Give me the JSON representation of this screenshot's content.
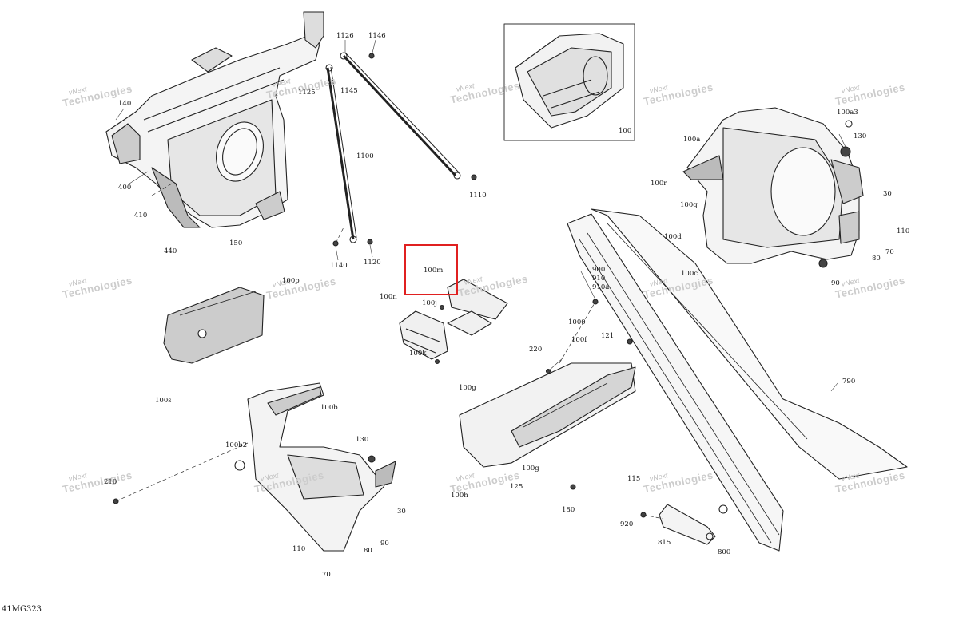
{
  "diagram_code": "41MG323",
  "watermark": {
    "line1": "vNext",
    "line2": "Technologies"
  },
  "highlight": {
    "label": "100m",
    "color": "#e02020"
  },
  "callouts": [
    {
      "id": "c1126",
      "text": "1126"
    },
    {
      "id": "c1146",
      "text": "1146"
    },
    {
      "id": "c140",
      "text": "140"
    },
    {
      "id": "c1125",
      "text": "1125"
    },
    {
      "id": "c1145",
      "text": "1145"
    },
    {
      "id": "c1100",
      "text": "1100"
    },
    {
      "id": "c400",
      "text": "400"
    },
    {
      "id": "c410",
      "text": "410"
    },
    {
      "id": "c1110",
      "text": "1110"
    },
    {
      "id": "c150",
      "text": "150"
    },
    {
      "id": "c440",
      "text": "440"
    },
    {
      "id": "c1140",
      "text": "1140"
    },
    {
      "id": "c1120",
      "text": "1120"
    },
    {
      "id": "c100",
      "text": "100"
    },
    {
      "id": "c100a3",
      "text": "100a3"
    },
    {
      "id": "c130r",
      "text": "130"
    },
    {
      "id": "c100a",
      "text": "100a"
    },
    {
      "id": "c100r",
      "text": "100r"
    },
    {
      "id": "c100q",
      "text": "100q"
    },
    {
      "id": "c30r",
      "text": "30"
    },
    {
      "id": "c110r",
      "text": "110"
    },
    {
      "id": "c100d",
      "text": "100d"
    },
    {
      "id": "c70r",
      "text": "70"
    },
    {
      "id": "c80r",
      "text": "80"
    },
    {
      "id": "c100c",
      "text": "100c"
    },
    {
      "id": "c90r",
      "text": "90"
    },
    {
      "id": "c100p",
      "text": "100p"
    },
    {
      "id": "c100m",
      "text": "100m"
    },
    {
      "id": "c100n",
      "text": "100n"
    },
    {
      "id": "c100j",
      "text": "100j"
    },
    {
      "id": "c100k",
      "text": "100k"
    },
    {
      "id": "c900",
      "text": "900"
    },
    {
      "id": "c910",
      "text": "910"
    },
    {
      "id": "c910a",
      "text": "910a"
    },
    {
      "id": "c1000",
      "text": "1000"
    },
    {
      "id": "c100s",
      "text": "100s"
    },
    {
      "id": "c121",
      "text": "121"
    },
    {
      "id": "c100f",
      "text": "100f"
    },
    {
      "id": "c220",
      "text": "220"
    },
    {
      "id": "c100g1",
      "text": "100g"
    },
    {
      "id": "c790",
      "text": "790"
    },
    {
      "id": "c100b",
      "text": "100b"
    },
    {
      "id": "c100b2",
      "text": "100b2"
    },
    {
      "id": "c130b",
      "text": "130"
    },
    {
      "id": "c210",
      "text": "210"
    },
    {
      "id": "c100g2",
      "text": "100g"
    },
    {
      "id": "c125",
      "text": "125"
    },
    {
      "id": "c115",
      "text": "115"
    },
    {
      "id": "c100h",
      "text": "100h"
    },
    {
      "id": "c30b",
      "text": "30"
    },
    {
      "id": "c180",
      "text": "180"
    },
    {
      "id": "c920",
      "text": "920"
    },
    {
      "id": "c815",
      "text": "815"
    },
    {
      "id": "c800",
      "text": "800"
    },
    {
      "id": "c110b",
      "text": "110"
    },
    {
      "id": "c80b",
      "text": "80"
    },
    {
      "id": "c90b",
      "text": "90"
    },
    {
      "id": "c70b",
      "text": "70"
    }
  ]
}
